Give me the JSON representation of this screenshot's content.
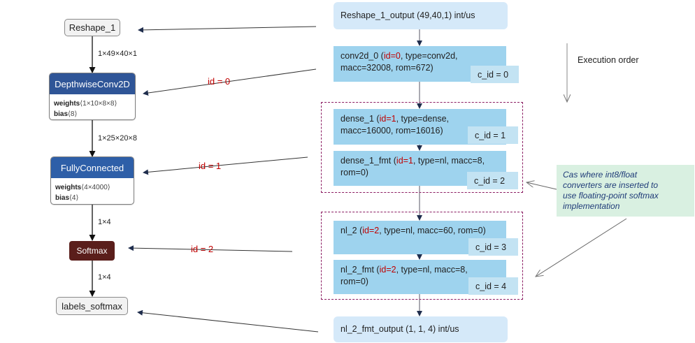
{
  "colors": {
    "dwconv_header": "#2f5597",
    "fc_header": "#2e5fa8",
    "softmax_fill": "#5a1e1b",
    "box_fill": "#9ed3ee",
    "io_fill": "#d5e9f9",
    "cid_fill": "#c3e3f3",
    "group_border": "#8b1c62",
    "note_fill": "#d9f0e1",
    "id_red": "#c00000"
  },
  "graph": {
    "reshape": "Reshape_1",
    "edge1": "1×49×40×1",
    "dwconv": {
      "title": "DepthwiseConv2D",
      "weights_key": "weights",
      "weights_val": "⟨1×10×8×8⟩",
      "bias_key": "bias",
      "bias_val": "⟨8⟩"
    },
    "edge2": "1×25×20×8",
    "fc": {
      "title": "FullyConnected",
      "weights_key": "weights",
      "weights_val": "⟨4×4000⟩",
      "bias_key": "bias",
      "bias_val": "⟨4⟩"
    },
    "edge3": "1×4",
    "softmax": "Softmax",
    "edge4": "1×4",
    "output": "labels_softmax"
  },
  "id_labels": [
    "id = 0",
    "id = 1",
    "id = 2"
  ],
  "nodes": {
    "input": "Reshape_1_output  (49,40,1) int/us",
    "conv": {
      "name": "conv2d_0  (",
      "id": "id=0",
      "rest": ", type=conv2d,",
      "line2": "macc=32008, rom=672)",
      "cid": "c_id = 0"
    },
    "dense": {
      "name": "dense_1 (",
      "id": "id=1",
      "rest": ", type=dense,",
      "line2": "macc=16000, rom=16016)",
      "cid": "c_id = 1"
    },
    "dense_fmt": {
      "name": "dense_1_fmt  (",
      "id": "id=1",
      "rest": ", type=nl, macc=8,",
      "line2": "rom=0)",
      "cid": "c_id = 2"
    },
    "nl": {
      "name": "nl_2 (",
      "id": "id=2",
      "rest": ", type=nl, macc=60, rom=0)",
      "cid": "c_id = 3"
    },
    "nl_fmt": {
      "name": "nl_2_fmt  (",
      "id": "id=2",
      "rest": ", type=nl, macc=8,",
      "line2": "rom=0)",
      "cid": "c_id = 4"
    },
    "output": "nl_2_fmt_output  (1, 1, 4) int/us"
  },
  "execution_order": "Execution order",
  "note": {
    "line1": "Cas where  int8/float",
    "line2": "converters are inserted to",
    "line3": "use floating-point softmax",
    "line4": "implementation"
  }
}
